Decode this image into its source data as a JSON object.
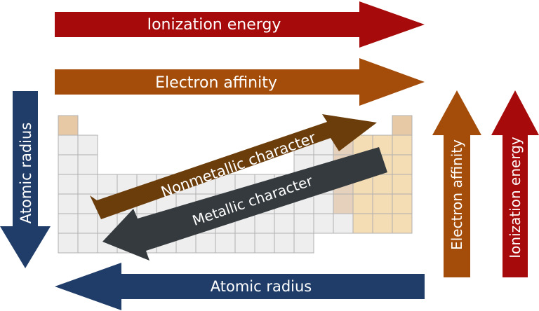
{
  "arrows": {
    "ionization_top": {
      "label": "Ionization energy",
      "color": "#a60a0a"
    },
    "affinity_top": {
      "label": "Electron affinity",
      "color": "#a44c09"
    },
    "radius_left": {
      "label": "Atomic radius",
      "color": "#1f3d68"
    },
    "radius_bottom": {
      "label": "Atomic radius",
      "color": "#1f3d68"
    },
    "affinity_right": {
      "label": "Electron affinity",
      "color": "#a44c09"
    },
    "ionization_right": {
      "label": "Ionization energy",
      "color": "#a60a0a"
    },
    "nonmetallic": {
      "label": "Nonmetallic character",
      "color": "#6b3d0b"
    },
    "metallic": {
      "label": "Metallic character",
      "color": "#343a3e"
    }
  },
  "table": {
    "cell_color": "#eeeeee",
    "grid_color": "#b0b0b0",
    "nonmetal_color": "#f4dcb4",
    "nonmetal_shade_color": "#e6d2bc",
    "corner_color": "#e8c9a6"
  }
}
